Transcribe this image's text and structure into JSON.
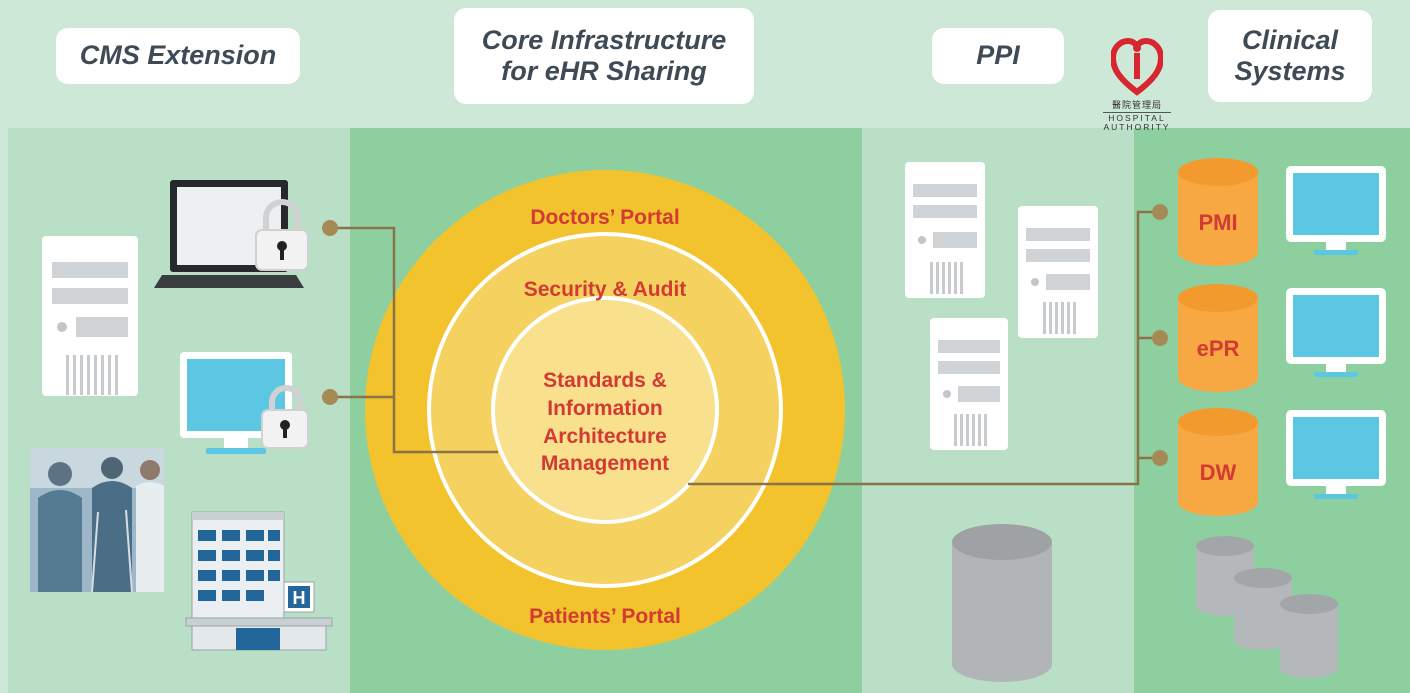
{
  "sections": {
    "cms_extension": "CMS Extension",
    "core_infrastructure": "Core Infrastructure\nfor eHR Sharing",
    "ppi": "PPI",
    "clinical_systems": "Clinical\nSystems"
  },
  "logo": {
    "chinese": "醫院管理局",
    "english": "HOSPITAL\nAUTHORITY"
  },
  "rings": {
    "outer_top": "Doctors’ Portal",
    "outer_bottom": "Patients’ Portal",
    "middle": "Security & Audit",
    "inner": [
      "Standards &",
      "Information",
      "Architecture",
      "Management"
    ]
  },
  "databases": [
    "PMI",
    "ePR",
    "DW"
  ],
  "colors": {
    "background": "#cde8d6",
    "panel_light": "#b9dfc6",
    "panel_dark": "#8ecfa0",
    "ring_outer": "#f2c32c",
    "ring_text": "#d23a33",
    "connector": "#8a7348",
    "database_orange": "#f7a843",
    "monitor_screen": "#5cc7e2"
  }
}
